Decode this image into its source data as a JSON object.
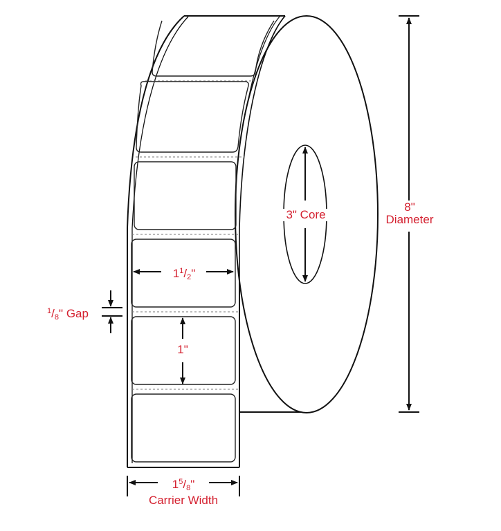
{
  "diagram": {
    "subject": "Label roll dimensions",
    "colors": {
      "line": "#111111",
      "annotation": "#d4202f",
      "background": "#ffffff"
    },
    "annotations": {
      "core": {
        "label": "3\" Core"
      },
      "diameter": {
        "value": "8\"",
        "label": "Diameter"
      },
      "label_width": {
        "whole": "1",
        "num": "1",
        "den": "2",
        "unit": "\""
      },
      "label_height": {
        "value": "1\""
      },
      "gap": {
        "num": "1",
        "den": "8",
        "unit": "\"",
        "label": "Gap"
      },
      "carrier_width": {
        "whole": "1",
        "num": "5",
        "den": "8",
        "unit": "\"",
        "label": "Carrier Width"
      }
    },
    "labels_visible_on_strip": 6
  }
}
